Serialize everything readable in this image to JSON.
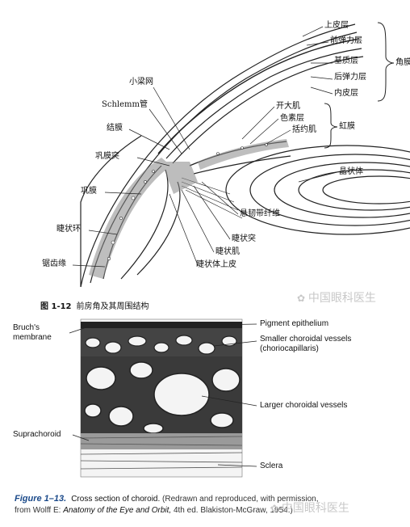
{
  "figure_top": {
    "labels": {
      "epithelium": "上皮层",
      "bowman": "前弹力层",
      "stroma": "基质层",
      "descemet": "后弹力层",
      "endothelium": "内皮层",
      "cornea": "角膜",
      "dilator": "开大肌",
      "pigment": "色素层",
      "sphincter": "括约肌",
      "iris": "虹膜",
      "lens": "晶状体",
      "trabecular": "小梁网",
      "schlemm": "Schlemm管",
      "conjunctiva": "结膜",
      "scleral_spur": "巩膜突",
      "sclera": "巩膜",
      "ciliary_ring": "睫状环",
      "ora_serrata": "锯齿缘",
      "zonule": "悬韧带纤维",
      "ciliary_process": "睫状突",
      "ciliary_muscle": "睫状肌",
      "ciliary_epithelium": "睫状体上皮"
    },
    "caption_number": "图 1-12",
    "caption_text": "前房角及其周围结构"
  },
  "figure_bottom": {
    "labels": {
      "bruch": "Bruch's\nmembrane",
      "pigment_epithelium": "Pigment epithelium",
      "smaller_vessels": "Smaller choroidal vessels\n(choriocapillaris)",
      "larger_vessels": "Larger choroidal vessels",
      "suprachoroid": "Suprachoroid",
      "sclera": "Sclera"
    },
    "caption_figure": "Figure 1–13.",
    "caption_title": "Cross section of choroid.",
    "caption_note_1": "(Redrawn and reproduced, with permission,",
    "caption_note_2": "from Wolff E:",
    "caption_book": "Anatomy of the Eye and Orbit,",
    "caption_note_3": "4th ed. Blakiston-McGraw, 1954.)"
  },
  "watermarks": [
    "中国眼科医生",
    "中国眼科医生"
  ]
}
